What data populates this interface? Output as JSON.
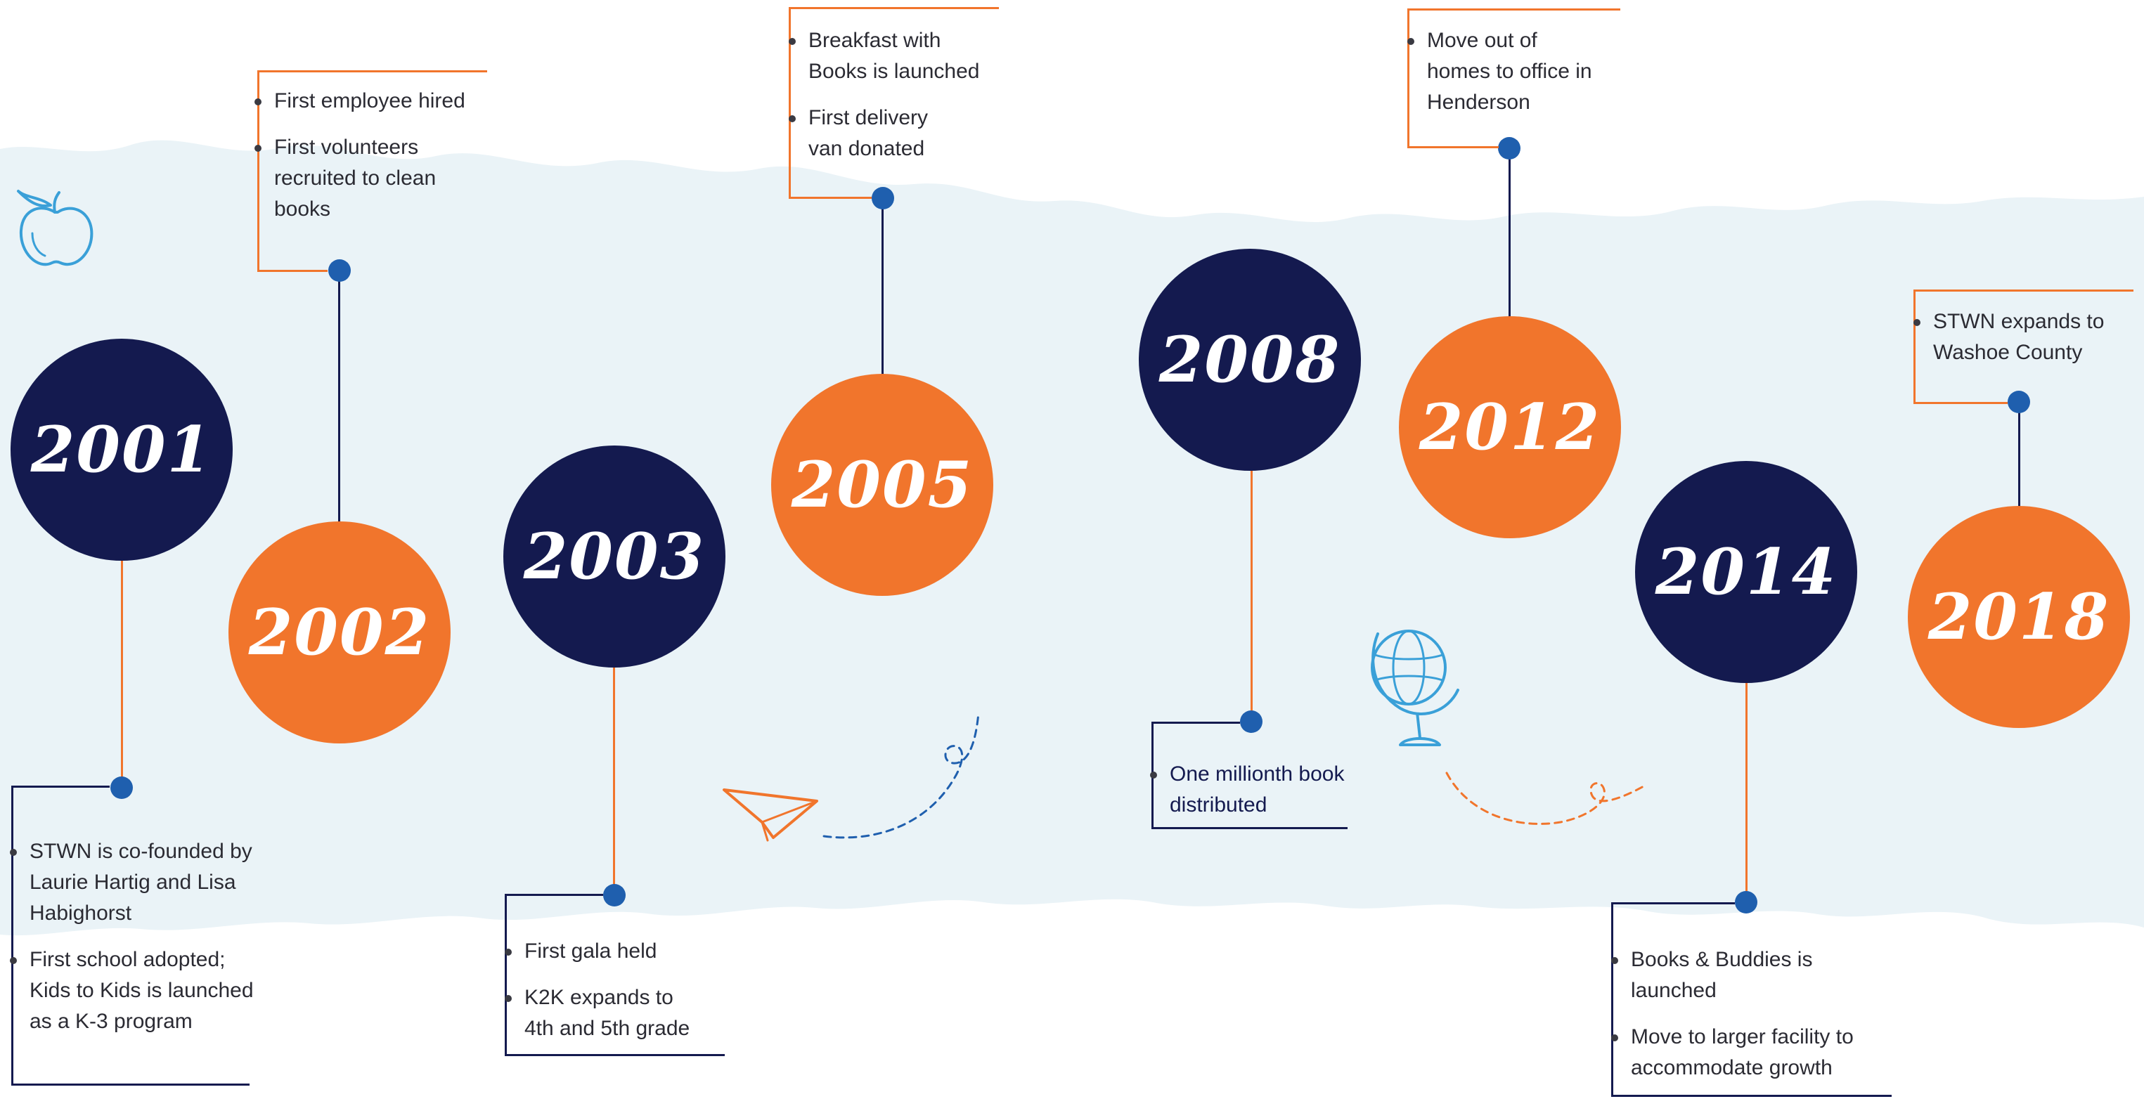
{
  "colors": {
    "navy": "#141a4f",
    "orange": "#f1752c",
    "dot_blue": "#1f5fae",
    "band": "#eaf3f7",
    "doodle_blue": "#3aa0d8"
  },
  "icons": {
    "apple": "apple-icon",
    "paper_plane": "paper-plane-icon",
    "globe": "globe-icon"
  },
  "milestones": [
    {
      "year": "2001",
      "items": [
        "STWN is co-founded by Laurie Hartig and Lisa Habighorst",
        "First school adopted; Kids to Kids is launched as a K-3 program"
      ]
    },
    {
      "year": "2002",
      "items": [
        "First employee hired",
        "First volunteers recruited to clean books"
      ]
    },
    {
      "year": "2003",
      "items": [
        "First gala held",
        "K2K expands to 4th and 5th grade"
      ]
    },
    {
      "year": "2005",
      "items": [
        "Breakfast with Books is launched",
        "First delivery van donated"
      ]
    },
    {
      "year": "2008",
      "items": [
        "One millionth book distributed"
      ]
    },
    {
      "year": "2012",
      "items": [
        "Move out of homes to office in Henderson"
      ]
    },
    {
      "year": "2014",
      "items": [
        "Books & Buddies is launched",
        "Move to larger facility to accommodate growth"
      ]
    },
    {
      "year": "2018",
      "items": [
        "STWN expands to Washoe County"
      ]
    }
  ]
}
